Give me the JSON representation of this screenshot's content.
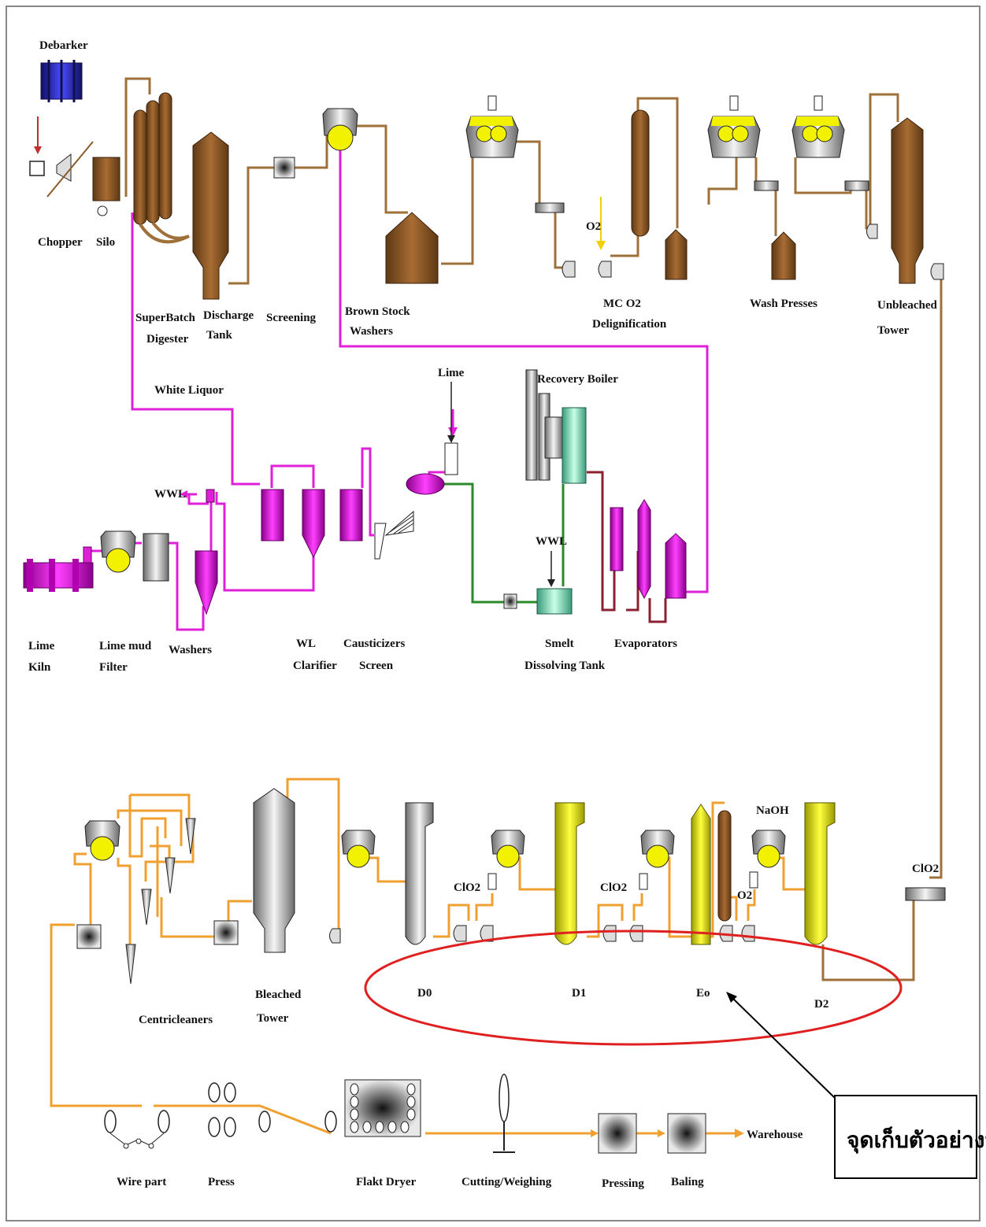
{
  "labels": {
    "debarker": "Debarker",
    "chopper": "Chopper",
    "silo": "Silo",
    "superbatch": [
      "SuperBatch",
      "Digester"
    ],
    "discharge": [
      "Discharge",
      "Tank"
    ],
    "screening": "Screening",
    "brown_stock": [
      "Brown Stock",
      "Washers"
    ],
    "o2_in": "O2",
    "mc_o2": [
      "MC O2",
      "Delignification"
    ],
    "wash_presses": "Wash Presses",
    "unbleached": [
      "Unbleached",
      "Tower"
    ],
    "white_liquor": "White Liquor",
    "lime_top": "Lime",
    "recovery_boiler": "Recovery Boiler",
    "wwl_left": "WWL",
    "wwl_right": "WWL",
    "lime_kiln": [
      "Lime",
      "Kiln"
    ],
    "lime_mud": [
      "Lime mud",
      "Filter"
    ],
    "washers": "Washers",
    "wl_clarifier": [
      "WL",
      "Clarifier"
    ],
    "causticizers": [
      "Causticizers",
      "Screen"
    ],
    "smelt": [
      "Smelt",
      "Dissolving Tank"
    ],
    "evaporators": "Evaporators",
    "naoh": "NaOH",
    "clo2_a": "ClO2",
    "clo2_b": "ClO2",
    "clo2_c": "ClO2",
    "o2_mid": "O2",
    "centricleaners": "Centricleaners",
    "bleached": [
      "Bleached",
      "Tower"
    ],
    "d0": "D0",
    "d1": "D1",
    "eo": "Eo",
    "d2": "D2",
    "wire_part": "Wire part",
    "press": "Press",
    "flakt": "Flakt Dryer",
    "cutting": "Cutting/Weighing",
    "pressing": "Pressing",
    "baling": "Baling",
    "warehouse": "Warehouse",
    "callout": "จุดเก็บตัวอย่างน้ำ"
  },
  "colors": {
    "brown": "#8b5a2b",
    "magenta": "#e020d8",
    "orange": "#f0a030",
    "green": "#2a8a2a",
    "yellow": "#f2f200",
    "gray": "#bdbdbd",
    "highlight": "#e02020"
  }
}
